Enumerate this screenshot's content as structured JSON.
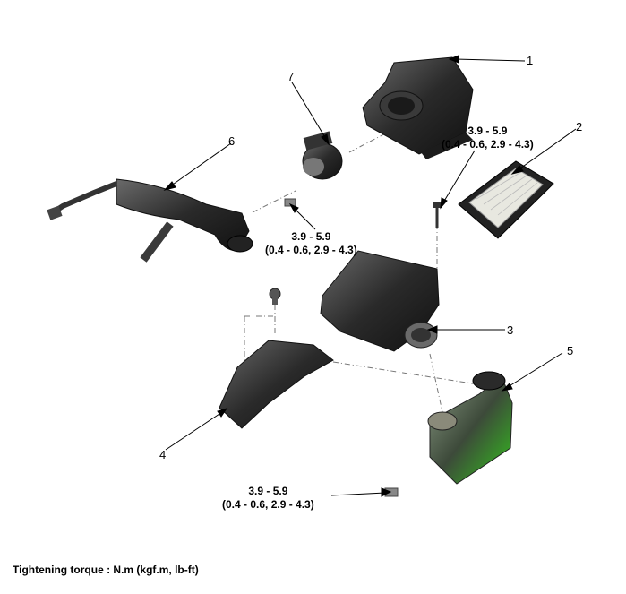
{
  "callouts": {
    "c1": "1",
    "c2": "2",
    "c3": "3",
    "c4": "4",
    "c5": "5",
    "c6": "6",
    "c7": "7"
  },
  "torque_specs": {
    "t1_line1": "3.9 - 5.9",
    "t1_line2": "(0.4 - 0.6, 2.9 - 4.3)",
    "t2_line1": "3.9 - 5.9",
    "t2_line2": "(0.4 - 0.6, 2.9 - 4.3)",
    "t3_line1": "3.9 - 5.9",
    "t3_line2": "(0.4 - 0.6, 2.9 - 4.3)"
  },
  "footer": {
    "note": "Tightening torque : N.m (kgf.m, lb-ft)"
  },
  "colors": {
    "part_dark": "#2b2b2b",
    "part_mid": "#555555",
    "green_tint": "#5bbf3a",
    "filter_light": "#e8e8e0"
  }
}
